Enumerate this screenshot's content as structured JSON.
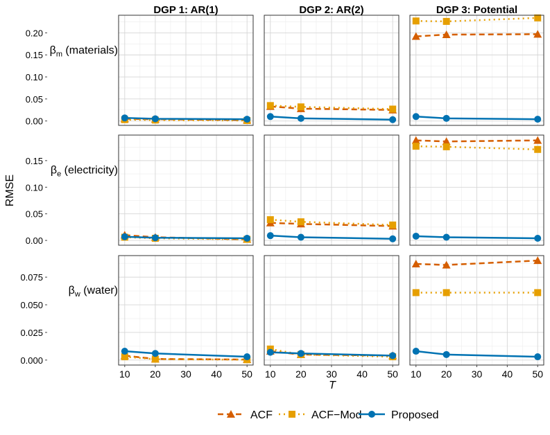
{
  "colors": {
    "ACF": "#D55E00",
    "ACF-Mod": "#E69F00",
    "Proposed": "#0072B2"
  },
  "ylabel": "RMSE",
  "xlabel": "T",
  "legend": [
    {
      "label": "ACF",
      "color": "#D55E00",
      "line": "dashed",
      "marker": "triangle"
    },
    {
      "label": "ACF−Mod",
      "color": "#E69F00",
      "line": "dotted",
      "marker": "square"
    },
    {
      "label": "Proposed",
      "color": "#0072B2",
      "line": "solid",
      "marker": "circle"
    }
  ],
  "chart_data": {
    "type": "line",
    "facet_columns": [
      "DGP 1: AR(1)",
      "DGP 2: AR(2)",
      "DGP 3: Potential"
    ],
    "facet_rows": [
      {
        "symbol": "β",
        "sub": "m",
        "label": "(materials)",
        "ylim": [
          -0.01,
          0.24
        ],
        "yticks": [
          "0.00",
          "0.05",
          "0.10",
          "0.15",
          "0.20"
        ],
        "ytick_values": [
          0,
          0.05,
          0.1,
          0.15,
          0.2
        ]
      },
      {
        "symbol": "β",
        "sub": "e",
        "label": "(electricity)",
        "ylim": [
          -0.009,
          0.198
        ],
        "yticks": [
          "0.00",
          "0.05",
          "0.10",
          "0.15"
        ],
        "ytick_values": [
          0,
          0.05,
          0.1,
          0.15
        ]
      },
      {
        "symbol": "β",
        "sub": "w",
        "label": "(water)",
        "ylim": [
          -0.0045,
          0.0945
        ],
        "yticks": [
          "0.000",
          "0.025",
          "0.050",
          "0.075"
        ],
        "ytick_values": [
          0,
          0.025,
          0.05,
          0.075
        ]
      }
    ],
    "x": [
      10,
      20,
      50
    ],
    "xlim": [
      8,
      52
    ],
    "xticks": [
      10,
      20,
      30,
      40,
      50
    ],
    "series_names": [
      "ACF",
      "ACF-Mod",
      "Proposed"
    ],
    "panels": [
      [
        {
          "ACF": [
            0.005,
            0.004,
            0.002
          ],
          "ACF-Mod": [
            0.003,
            0.002,
            0.001
          ],
          "Proposed": [
            0.007,
            0.005,
            0.004
          ]
        },
        {
          "ACF": [
            0.033,
            0.028,
            0.025
          ],
          "ACF-Mod": [
            0.035,
            0.032,
            0.027
          ],
          "Proposed": [
            0.01,
            0.006,
            0.003
          ]
        },
        {
          "ACF": [
            0.192,
            0.196,
            0.197
          ],
          "ACF-Mod": [
            0.227,
            0.226,
            0.234
          ],
          "Proposed": [
            0.01,
            0.006,
            0.004
          ]
        }
      ],
      [
        {
          "ACF": [
            0.01,
            0.006,
            0.002
          ],
          "ACF-Mod": [
            0.006,
            0.004,
            0.002
          ],
          "Proposed": [
            0.007,
            0.005,
            0.004
          ]
        },
        {
          "ACF": [
            0.033,
            0.031,
            0.027
          ],
          "ACF-Mod": [
            0.039,
            0.035,
            0.029
          ],
          "Proposed": [
            0.009,
            0.006,
            0.003
          ]
        },
        {
          "ACF": [
            0.188,
            0.186,
            0.188
          ],
          "ACF-Mod": [
            0.177,
            0.176,
            0.171
          ],
          "Proposed": [
            0.008,
            0.006,
            0.004
          ]
        }
      ],
      [
        {
          "ACF": [
            0.004,
            0.001,
            0.0005
          ],
          "ACF-Mod": [
            0.003,
            0.0008,
            0.0003
          ],
          "Proposed": [
            0.008,
            0.006,
            0.003
          ]
        },
        {
          "ACF": [
            0.008,
            0.005,
            0.004
          ],
          "ACF-Mod": [
            0.01,
            0.005,
            0.003
          ],
          "Proposed": [
            0.007,
            0.006,
            0.004
          ]
        },
        {
          "ACF": [
            0.087,
            0.086,
            0.09
          ],
          "ACF-Mod": [
            0.061,
            0.061,
            0.061
          ],
          "Proposed": [
            0.008,
            0.005,
            0.003
          ]
        }
      ]
    ],
    "grid": true,
    "legend_position": "bottom"
  }
}
